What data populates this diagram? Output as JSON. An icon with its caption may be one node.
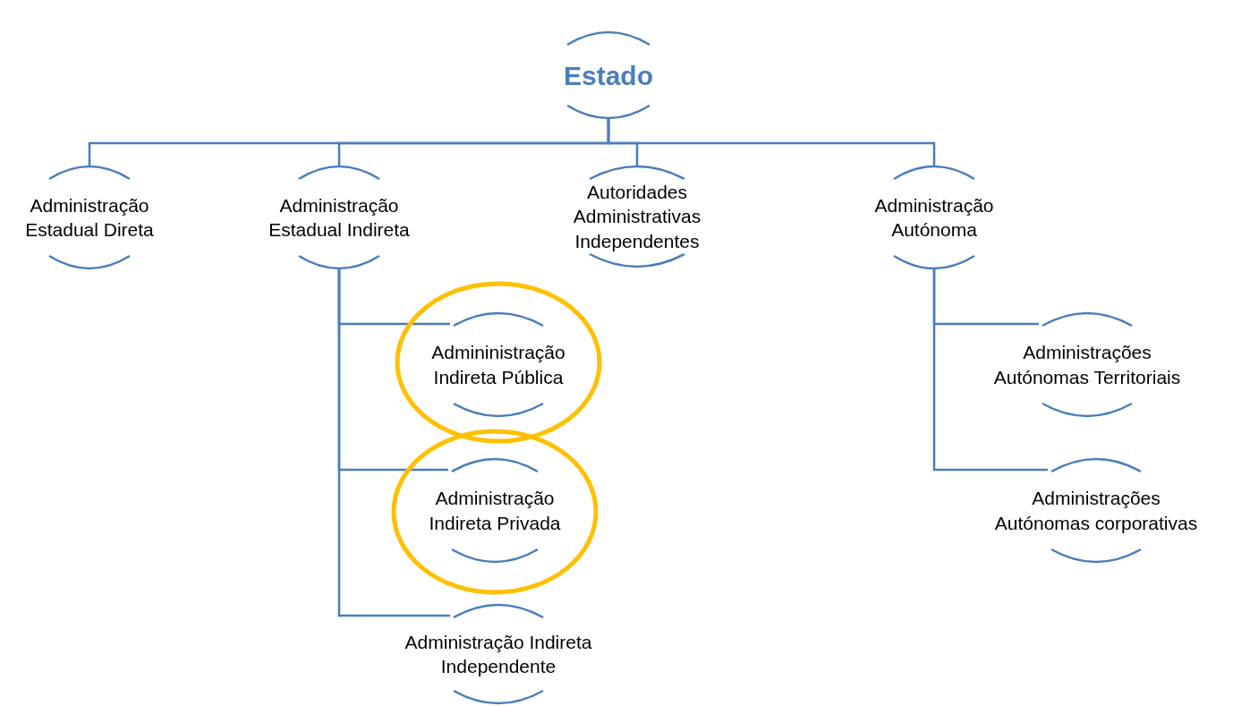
{
  "diagram": {
    "nodes": [
      {
        "text": [
          "Estado"
        ]
      },
      {
        "text": [
          "Administração Estadual Direta"
        ]
      },
      {
        "text": [
          "Administração Estadual Indireta"
        ]
      },
      {
        "text": [
          "Autoridades Administrativas Independentes"
        ]
      },
      {
        "text": [
          "Administração Autónoma"
        ]
      },
      {
        "text": [
          "Admininistração Indireta Pública"
        ]
      },
      {
        "text": [
          "Administração Indireta Privada"
        ]
      },
      {
        "text": [
          "Administração Indireta Independente"
        ]
      },
      {
        "text": [
          "Administrações Autónomas Territoriais"
        ]
      },
      {
        "text": [
          "Administrações Autónomas corporativas"
        ]
      }
    ],
    "edges": [
      {
        "from": 0,
        "to": 1,
        "arrow": "none"
      },
      {
        "from": 0,
        "to": 2,
        "arrow": "none"
      },
      {
        "from": 0,
        "to": 3,
        "arrow": "none"
      },
      {
        "from": 0,
        "to": 4,
        "arrow": "none"
      },
      {
        "from": 2,
        "to": 5,
        "arrow": "none"
      },
      {
        "from": 2,
        "to": 6,
        "arrow": "none"
      },
      {
        "from": 2,
        "to": 7,
        "arrow": "none"
      },
      {
        "from": 4,
        "to": 8,
        "arrow": "none"
      },
      {
        "from": 4,
        "to": 9,
        "arrow": "none"
      }
    ]
  }
}
